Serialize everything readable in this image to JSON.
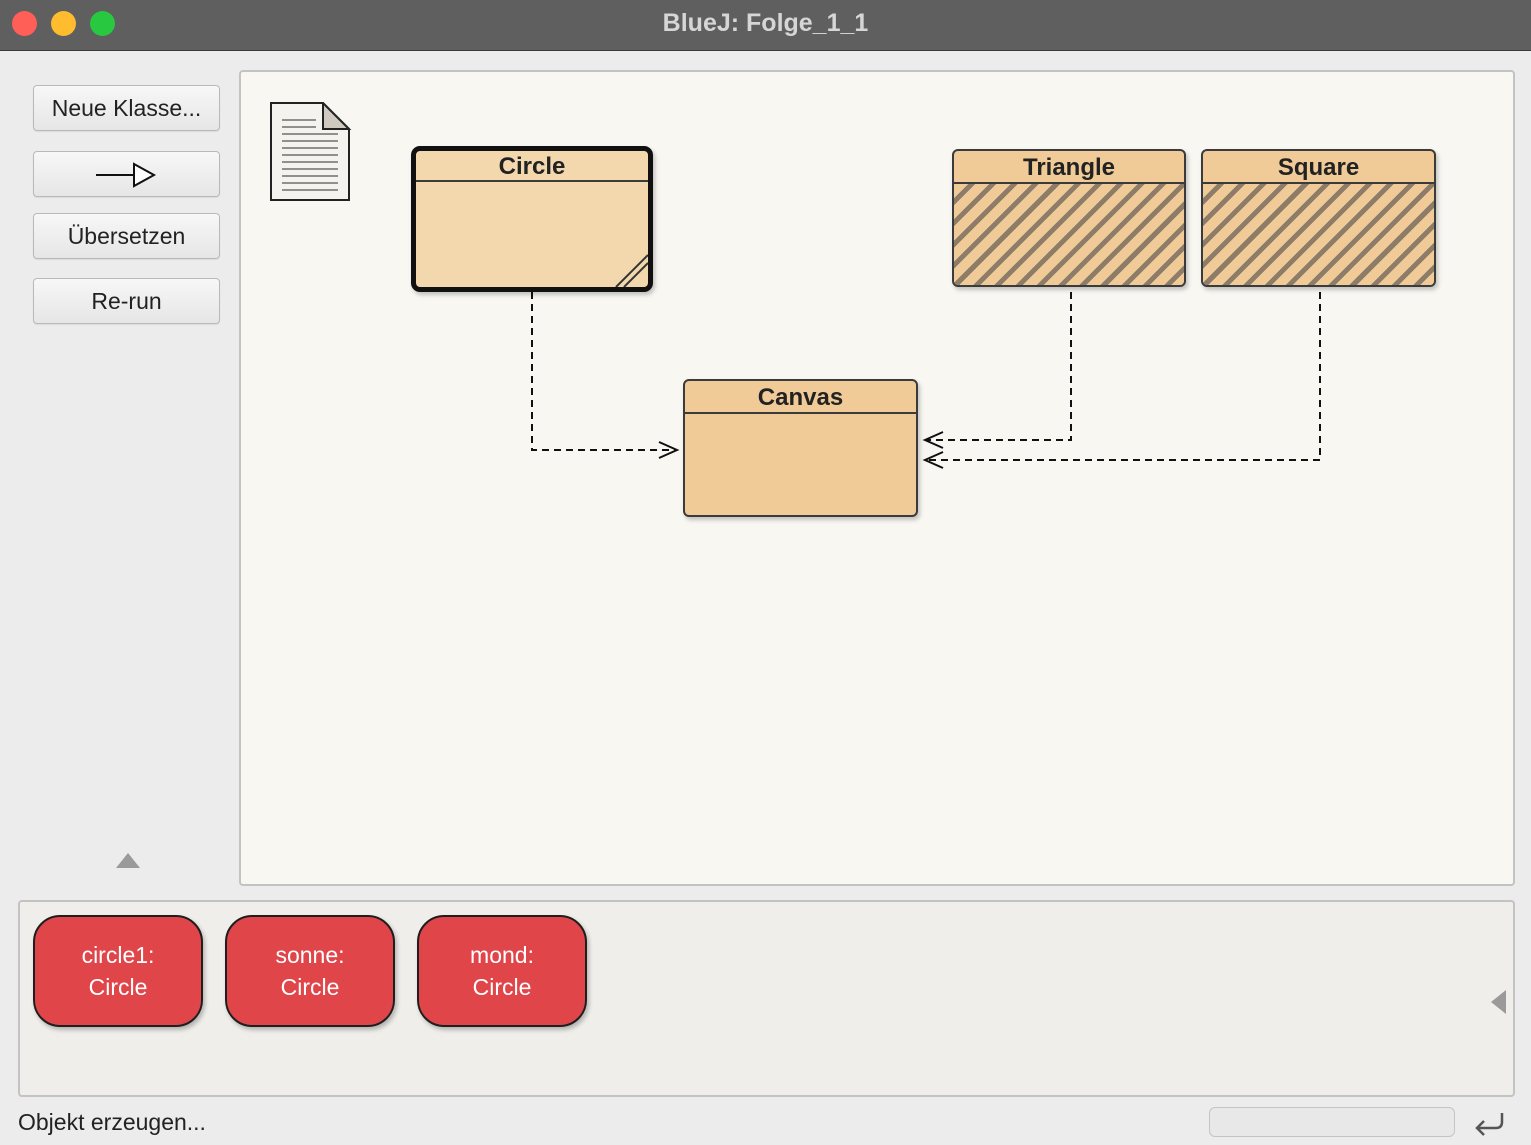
{
  "window": {
    "title": "BlueJ:  Folge_1_1"
  },
  "toolbar": {
    "new_class": "Neue Klasse...",
    "compile": "Übersetzen",
    "rerun": "Re-run"
  },
  "classes": {
    "circle": "Circle",
    "triangle": "Triangle",
    "square": "Square",
    "canvas": "Canvas"
  },
  "objects": [
    {
      "name": "circle1:",
      "type": "Circle"
    },
    {
      "name": "sonne:",
      "type": "Circle"
    },
    {
      "name": "mond:",
      "type": "Circle"
    }
  ],
  "status": {
    "text": "Objekt erzeugen..."
  },
  "colors": {
    "class_fill": "#f0cb97",
    "object_fill": "#e0454a",
    "canvas_bg": "#f8f7f2"
  }
}
